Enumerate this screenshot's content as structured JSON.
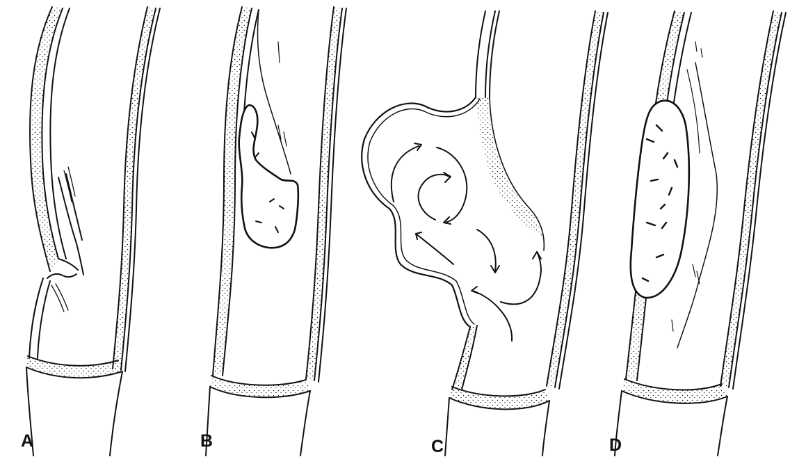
{
  "panels": [
    {
      "label": "A"
    },
    {
      "label": "B"
    },
    {
      "label": "C"
    },
    {
      "label": "D"
    }
  ],
  "colors": {
    "ink": "#111111",
    "paper": "#ffffff"
  }
}
